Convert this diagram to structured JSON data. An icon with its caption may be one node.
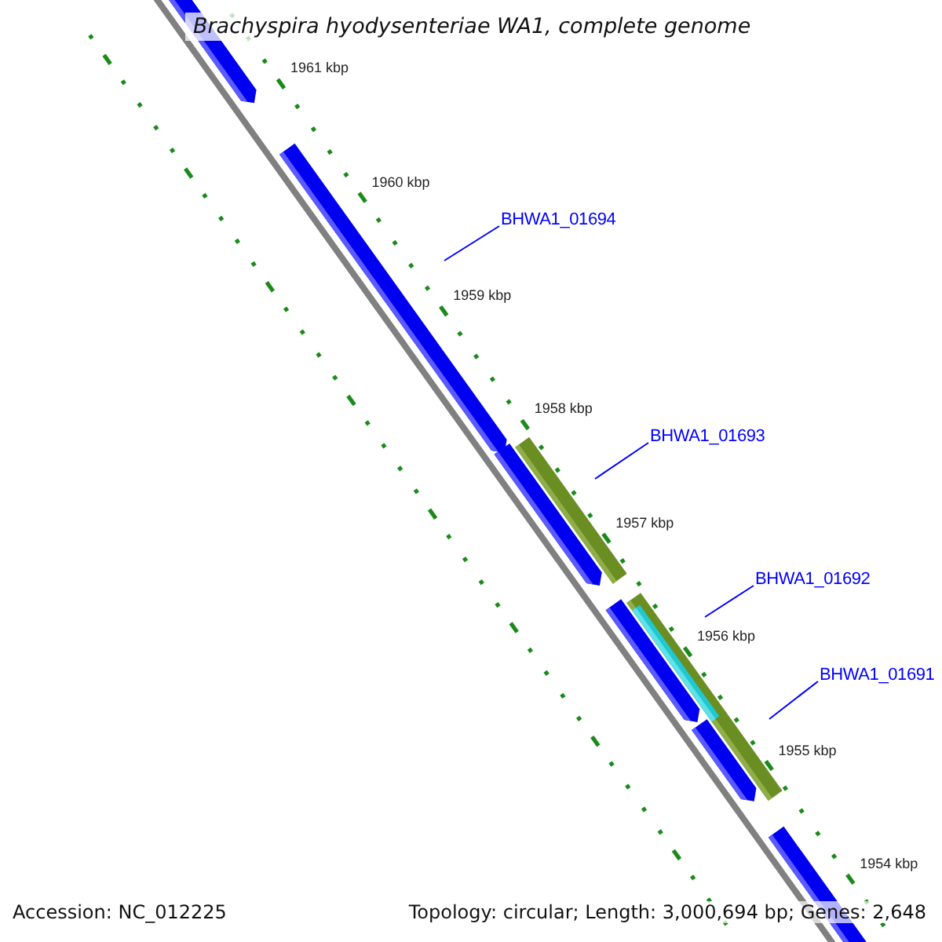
{
  "diagram": {
    "title": "Brachyspira hyodysenteriae WA1, complete genome",
    "nodes": [
      {
        "text": [
          "BHWA1_01694"
        ]
      },
      {
        "text": [
          "BHWA1_01693"
        ]
      },
      {
        "text": [
          "BHWA1_01692"
        ]
      },
      {
        "text": [
          "BHWA1_01691"
        ]
      }
    ],
    "edges": [
      {
        "from": 0,
        "to": null,
        "arrow": "none"
      },
      {
        "from": 1,
        "to": null,
        "arrow": "none"
      },
      {
        "from": 2,
        "to": null,
        "arrow": "none"
      },
      {
        "from": 3,
        "to": null,
        "arrow": "none"
      }
    ],
    "labels": [
      "1961 kbp",
      "1960 kbp",
      "1959 kbp",
      "1958 kbp",
      "1957 kbp",
      "1956 kbp",
      "1955 kbp",
      "1954 kbp",
      "Accession: NC_012225",
      "Topology: circular; Length: 3,000,694 bp; Genes: 2,648"
    ]
  }
}
